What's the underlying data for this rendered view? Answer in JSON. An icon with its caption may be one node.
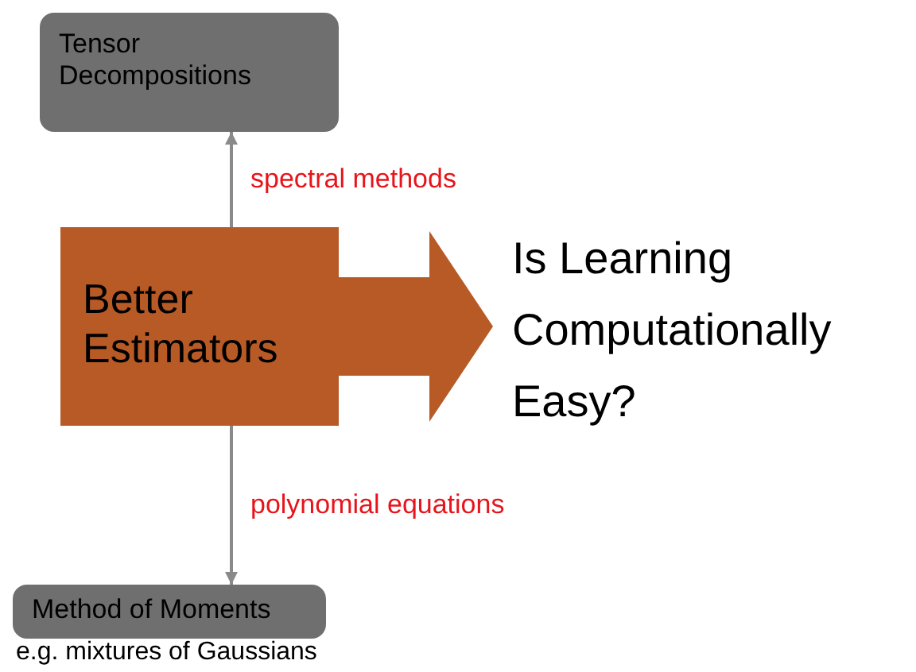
{
  "diagram": {
    "nodes": [
      {
        "text": [
          "Tensor Decompositions"
        ]
      },
      {
        "text": [
          "Better Estimators"
        ]
      },
      {
        "text": [
          "Is Learning Computationally Easy?"
        ]
      },
      {
        "text": [
          "Method of Moments"
        ]
      }
    ],
    "edges": [
      {
        "from": 1,
        "to": 0,
        "arrow": "to",
        "label": "spectral methods"
      },
      {
        "from": 1,
        "to": 2,
        "arrow": "to",
        "style": "thick",
        "color": "#b85a25"
      },
      {
        "from": 1,
        "to": 3,
        "arrow": "to",
        "label": "polynomial equations"
      }
    ],
    "labels": [
      "e.g. mixtures of Gaussians"
    ]
  }
}
